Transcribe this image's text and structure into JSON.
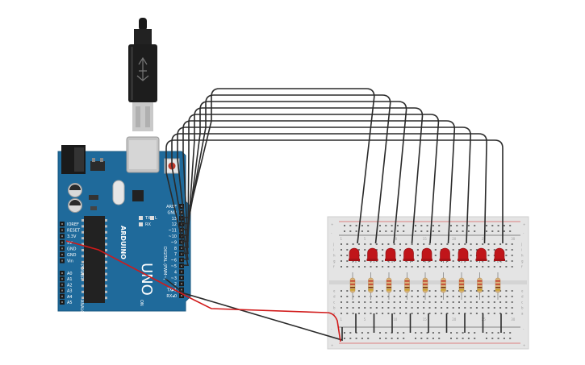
{
  "board": {
    "brand": "ARDUINO",
    "model": "UNO",
    "power_labels": [
      "IOREF",
      "RESET",
      "3.3V",
      "5V",
      "GND",
      "GND",
      "Vin"
    ],
    "analog_labels": [
      "A0",
      "A1",
      "A2",
      "A3",
      "A4",
      "A5"
    ],
    "digital_labels": [
      "AREF",
      "GND",
      "13",
      "12",
      "~11",
      "~10",
      "~9",
      "8",
      "7",
      "~6",
      "~5",
      "4",
      "~3",
      "2",
      "TX▸1",
      "RX◂0"
    ],
    "digital_title": "DIGITAL (PWM~)",
    "power_title": "POWER",
    "analog_title": "ANALOG IN",
    "tx_led": "TX",
    "rx_led": "RX",
    "l_led": "L",
    "on_led": "ON"
  },
  "breadboard": {
    "row_letters_top": [
      "j",
      "i",
      "h",
      "g",
      "f"
    ],
    "row_letters_bottom": [
      "e",
      "d",
      "c",
      "b",
      "a"
    ],
    "column_numbers": [
      "1",
      "5",
      "10",
      "15",
      "20",
      "25",
      "30"
    ],
    "plus_sign": "+",
    "minus_sign": "-"
  },
  "components": {
    "led_count": 9,
    "resistor_count": 9,
    "led_color": "#c0151a",
    "wire_color": "#2a2a2a",
    "power_wire_color": "#d11a1a",
    "board_color": "#1f6a9b"
  }
}
